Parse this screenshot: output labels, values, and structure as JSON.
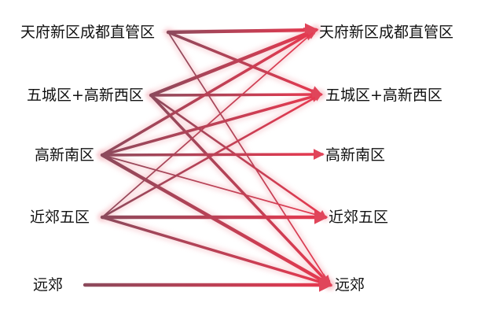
{
  "diagram": {
    "type": "flow-diagram",
    "colors": {
      "flow_dark": "#8c4a5c",
      "flow_bright": "#e8384f",
      "glow": "#f7c9cf"
    },
    "left_nodes": [
      {
        "id": "L1",
        "label": "天府新区成都直管区"
      },
      {
        "id": "L2",
        "label": "五城区+高新西区"
      },
      {
        "id": "L3",
        "label": "高新南区"
      },
      {
        "id": "L4",
        "label": "近郊五区"
      },
      {
        "id": "L5",
        "label": "远郊"
      }
    ],
    "right_nodes": [
      {
        "id": "R1",
        "label": "天府新区成都直管区"
      },
      {
        "id": "R2",
        "label": "五城区+高新西区"
      },
      {
        "id": "R3",
        "label": "高新南区"
      },
      {
        "id": "R4",
        "label": "近郊五区"
      },
      {
        "id": "R5",
        "label": "远郊"
      }
    ],
    "edges": [
      {
        "from": "L1",
        "to": "R1",
        "weight": 4
      },
      {
        "from": "L1",
        "to": "R2",
        "weight": 3
      },
      {
        "from": "L1",
        "to": "R5",
        "weight": 1
      },
      {
        "from": "L2",
        "to": "R1",
        "weight": 4
      },
      {
        "from": "L2",
        "to": "R2",
        "weight": 3
      },
      {
        "from": "L2",
        "to": "R4",
        "weight": 2
      },
      {
        "from": "L2",
        "to": "R5",
        "weight": 3
      },
      {
        "from": "L3",
        "to": "R1",
        "weight": 3
      },
      {
        "from": "L3",
        "to": "R2",
        "weight": 3
      },
      {
        "from": "L3",
        "to": "R3",
        "weight": 3
      },
      {
        "from": "L3",
        "to": "R4",
        "weight": 1
      },
      {
        "from": "L3",
        "to": "R5",
        "weight": 4
      },
      {
        "from": "L4",
        "to": "R1",
        "weight": 1
      },
      {
        "from": "L4",
        "to": "R2",
        "weight": 2
      },
      {
        "from": "L4",
        "to": "R4",
        "weight": 4
      },
      {
        "from": "L4",
        "to": "R5",
        "weight": 3
      },
      {
        "from": "L5",
        "to": "R5",
        "weight": 4
      }
    ]
  }
}
